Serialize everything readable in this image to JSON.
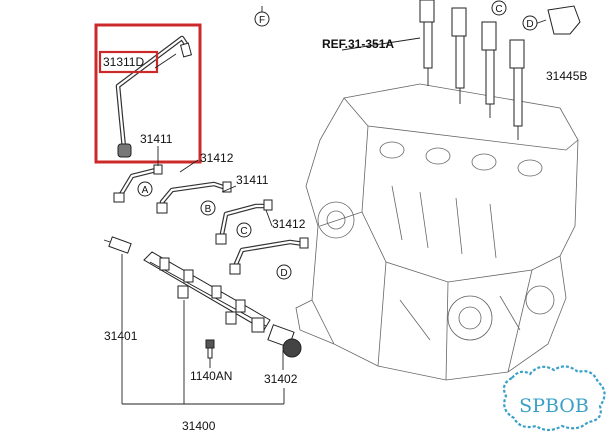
{
  "callouts": {
    "F": "F",
    "A": "A",
    "B": "B",
    "C": "C",
    "D": "D"
  },
  "reference": {
    "label": "REF.31-351A"
  },
  "parts": {
    "p31311D": "31311D",
    "p31411_top": "31411",
    "p31412_a": "31412",
    "p31411_b": "31411",
    "p31412_c": "31412",
    "p31445B": "31445B",
    "p31401": "31401",
    "p1140AN": "1140AN",
    "p31402": "31402",
    "p31400": "31400"
  },
  "watermark": {
    "text": "SPBOB"
  },
  "colors": {
    "highlight": "#cc2a2a",
    "watermark": "#3aa0c8",
    "line": "#222222",
    "engine_line": "#666666"
  }
}
